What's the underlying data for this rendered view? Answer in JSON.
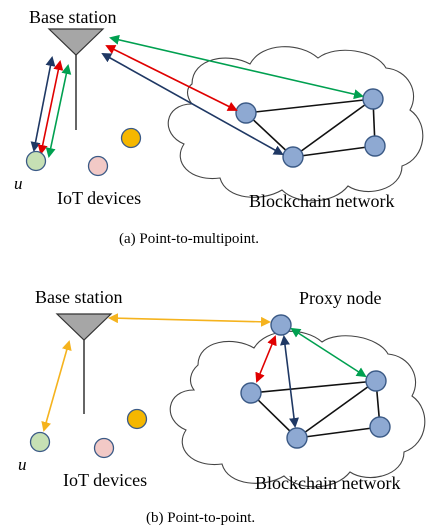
{
  "panel_a": {
    "base_station_label": "Base station",
    "user_label": "u",
    "iot_label": "IoT devices",
    "blockchain_label": "Blockchain network",
    "caption": "(a) Point-to-multipoint."
  },
  "panel_b": {
    "base_station_label": "Base station",
    "proxy_label": "Proxy node",
    "user_label": "u",
    "iot_label": "IoT devices",
    "blockchain_label": "Blockchain network",
    "caption": "(b) Point-to-point."
  },
  "colors": {
    "node_fill": "#8ea9d2",
    "device_green": "#c6e0b4",
    "device_pink": "#f2c9c6",
    "device_orange": "#f5b700",
    "arrow_navy": "#1f3864",
    "arrow_red": "#e00000",
    "arrow_green": "#00a050",
    "arrow_yellow": "#f5b31e"
  }
}
